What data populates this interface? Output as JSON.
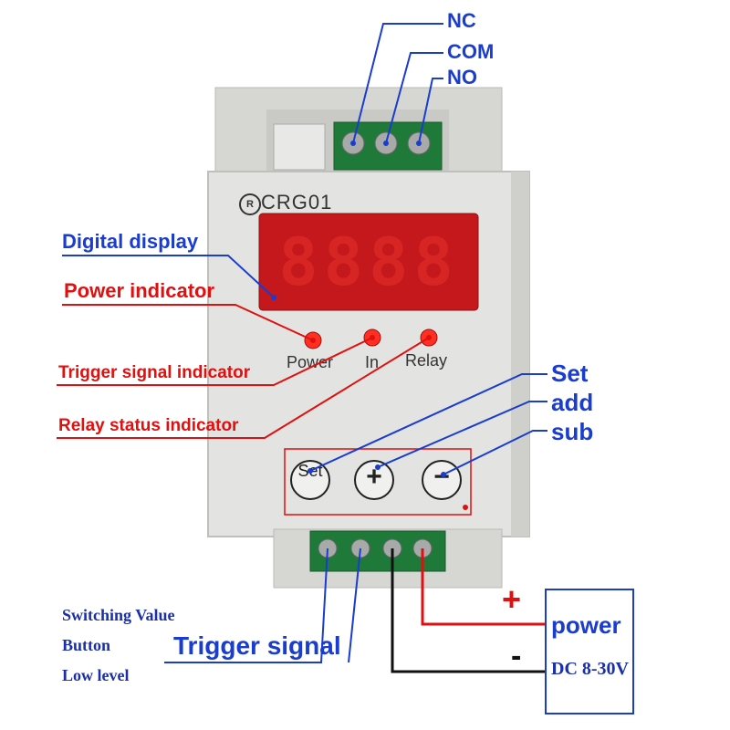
{
  "device": {
    "brand_mark": "R",
    "model": "CRG01",
    "display_digits": "8888",
    "leds": {
      "power": "Power",
      "in": "In",
      "relay": "Relay"
    },
    "buttons": {
      "set": "Set",
      "add": "+",
      "sub": "−"
    }
  },
  "callouts": {
    "nc": "NC",
    "com": "COM",
    "no": "NO",
    "digital_display": "Digital display",
    "power_indicator": "Power indicator",
    "trigger_signal_indicator": "Trigger signal indicator",
    "relay_status_indicator": "Relay status indicator",
    "set": "Set",
    "add": "add",
    "sub": "sub",
    "switching_line1": "Switching Value",
    "switching_line2": "Button",
    "switching_line3": "Low level",
    "trigger_signal": "Trigger signal"
  },
  "power_supply": {
    "plus": "+",
    "minus": "-",
    "label": "power",
    "voltage": "DC 8-30V"
  },
  "colors": {
    "callout_blue": "#1a3ccf",
    "callout_red": "#e01010",
    "housing": "#d8d9d6",
    "display_red": "#ff2a1a"
  }
}
